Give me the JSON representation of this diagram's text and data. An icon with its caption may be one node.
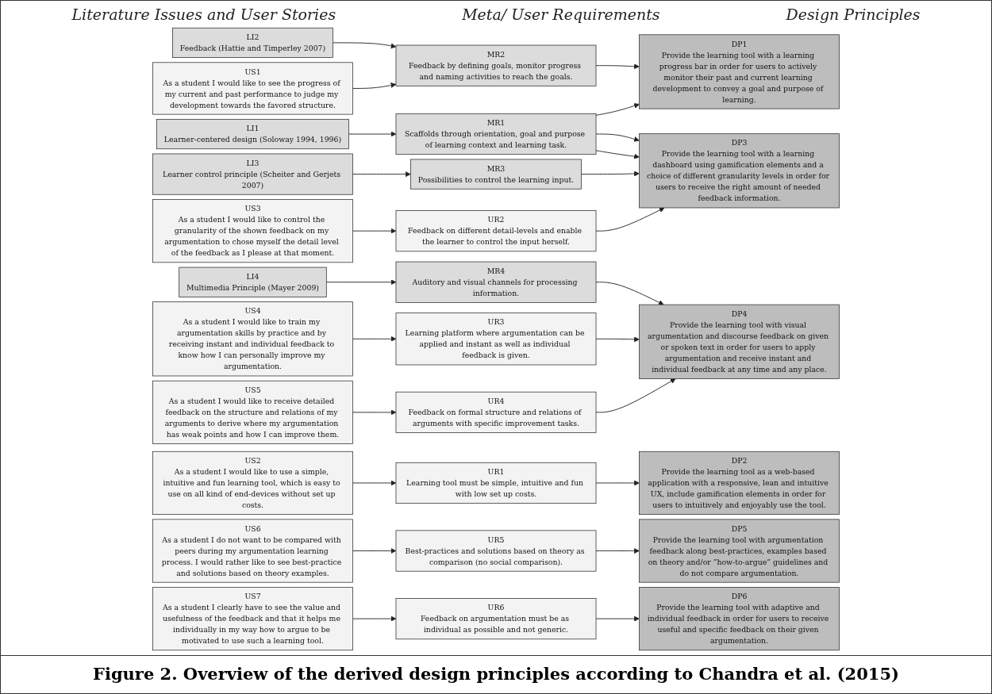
{
  "diagram": {
    "caption": "Figure 2. Overview of the derived design principles according to Chandra et al. (2015)",
    "labels": [
      "Literature Issues and User Stories",
      "Meta/ User Requirements",
      "Design Principles"
    ],
    "nodes": [
      {
        "text": [
          "LI1",
          "Learner-centered design (Soloway 1994, 1996)"
        ]
      },
      {
        "text": [
          "LI2",
          "Feedback (Hattie and Timperley 2007)"
        ]
      },
      {
        "text": [
          "LI3",
          "Learner control principle (Scheiter and Gerjets 2007)"
        ]
      },
      {
        "text": [
          "LI4",
          "Multimedia Principle (Mayer 2009)"
        ]
      },
      {
        "text": [
          "US1",
          "As a student I would like to see the progress of my current and past performance to judge my development towards the favored structure."
        ]
      },
      {
        "text": [
          "US2",
          "As a student I would like to use a simple, intuitive and fun learning tool, which is easy to use on all kind of end-devices without set up costs."
        ]
      },
      {
        "text": [
          "US3",
          "As a student I would like to control the granularity of the shown feedback on my argumentation to chose myself the detail level of the feedback as I please at that moment."
        ]
      },
      {
        "text": [
          "US4",
          "As a student I would like to train my argumentation skills by practice and by receiving instant and individual feedback to know how I can personally improve my argumentation."
        ]
      },
      {
        "text": [
          "US5",
          "As a student I would like to receive detailed feedback on the structure and relations of my arguments to derive where my argumentation has weak points and how I can improve them."
        ]
      },
      {
        "text": [
          "US6",
          "As a student I do not want to be compared with peers during my argumentation learning process. I would rather like to see best-practice and solutions based on theory examples."
        ]
      },
      {
        "text": [
          "US7",
          "As a student I clearly have to see the value and usefulness of the feedback and that it helps me individually in my way how to argue to be motivated to use such a learning tool."
        ]
      },
      {
        "text": [
          "MR1",
          "Scaffolds through orientation, goal and purpose of learning context and learning task."
        ]
      },
      {
        "text": [
          "MR2",
          "Feedback by defining goals, monitor progress and naming activities to reach the goals."
        ]
      },
      {
        "text": [
          "MR3",
          "Possibilities to control the learning input."
        ]
      },
      {
        "text": [
          "MR4",
          "Auditory and visual channels for processing information."
        ]
      },
      {
        "text": [
          "UR1",
          "Learning tool must be simple, intuitive and fun with low set up costs."
        ]
      },
      {
        "text": [
          "UR2",
          "Feedback on different detail-levels and enable the learner to control the input herself."
        ]
      },
      {
        "text": [
          "UR3",
          "Learning platform where argumentation can be applied and instant as well as individual feedback is given."
        ]
      },
      {
        "text": [
          "UR4",
          "Feedback on formal structure and relations of arguments with specific improvement tasks."
        ]
      },
      {
        "text": [
          "UR5",
          "Best-practices and solutions based on theory as comparison (no social comparison)."
        ]
      },
      {
        "text": [
          "UR6",
          "Feedback on argumentation must be as individual as possible and not generic."
        ]
      },
      {
        "text": [
          "DP1",
          "Provide the learning tool with a learning progress bar in order for users to actively monitor their past and current learning development to convey a goal and purpose of learning."
        ]
      },
      {
        "text": [
          "DP2",
          "Provide the learning tool as a web-based application with a responsive, lean and intuitive UX, include gamification elements in order for users to intuitively and enjoyably use the tool."
        ]
      },
      {
        "text": [
          "DP3",
          "Provide the learning tool with a learning dashboard using gamification elements and a choice of different granularity levels in order for users to receive the right amount of needed feedback information."
        ]
      },
      {
        "text": [
          "DP4",
          "Provide the learning tool with visual argumentation and discourse feedback on given or spoken text in order for users to apply argumentation and receive instant and individual feedback at any time and any place."
        ]
      },
      {
        "text": [
          "DP5",
          "Provide the learning tool with argumentation feedback along best-practices, examples based on theory and/or ”how-to-argue” guidelines and do not compare argumentation."
        ]
      },
      {
        "text": [
          "DP6",
          "Provide the learning tool with adaptive and individual feedback in order for users to receive useful and specific feedback on their given argumentation."
        ]
      }
    ],
    "edges": [
      {
        "from": 0,
        "to": 11,
        "arrow": "to"
      },
      {
        "from": 1,
        "to": 12,
        "arrow": "to"
      },
      {
        "from": 2,
        "to": 13,
        "arrow": "to"
      },
      {
        "from": 3,
        "to": 14,
        "arrow": "to"
      },
      {
        "from": 4,
        "to": 12,
        "arrow": "to"
      },
      {
        "from": 5,
        "to": 15,
        "arrow": "to"
      },
      {
        "from": 6,
        "to": 16,
        "arrow": "to"
      },
      {
        "from": 7,
        "to": 17,
        "arrow": "to"
      },
      {
        "from": 8,
        "to": 18,
        "arrow": "to"
      },
      {
        "from": 9,
        "to": 19,
        "arrow": "to"
      },
      {
        "from": 10,
        "to": 20,
        "arrow": "to"
      },
      {
        "from": 11,
        "to": 21,
        "arrow": "to"
      },
      {
        "from": 11,
        "to": 23,
        "arrow": "to"
      },
      {
        "from": 12,
        "to": 21,
        "arrow": "to"
      },
      {
        "from": 11,
        "to": 23,
        "arrow": "to"
      },
      {
        "from": 13,
        "to": 23,
        "arrow": "to"
      },
      {
        "from": 14,
        "to": 24,
        "arrow": "to"
      },
      {
        "from": 15,
        "to": 22,
        "arrow": "to"
      },
      {
        "from": 16,
        "to": 23,
        "arrow": "to"
      },
      {
        "from": 17,
        "to": 24,
        "arrow": "to"
      },
      {
        "from": 18,
        "to": 24,
        "arrow": "to"
      },
      {
        "from": 19,
        "to": 25,
        "arrow": "to"
      },
      {
        "from": 20,
        "to": 26,
        "arrow": "to"
      }
    ]
  }
}
